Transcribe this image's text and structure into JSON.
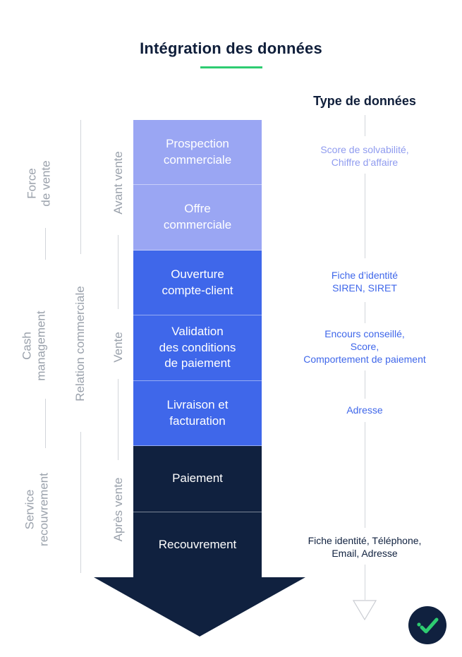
{
  "title": "Intégration des données",
  "type_header": "Type de données",
  "colors": {
    "navy": "#10213f",
    "pre_sale": "#9aa6f3",
    "sale": "#3f67ea",
    "accent_green": "#2ecc71",
    "label_gray": "#9aa1ab"
  },
  "outer_labels": [
    {
      "id": "force-vente",
      "text": "Force\nde vente"
    },
    {
      "id": "cash-management",
      "text": "Cash\nmanagement"
    },
    {
      "id": "service-recouvrement",
      "text": "Service\nrecouvrement"
    }
  ],
  "relation_label": "Relation commerciale",
  "phase_labels": [
    {
      "id": "avant-vente",
      "text": "Avant vente"
    },
    {
      "id": "vente",
      "text": "Vente"
    },
    {
      "id": "apres-vente",
      "text": "Après vente"
    }
  ],
  "steps": [
    {
      "label": "Prospection\ncommerciale",
      "phase": "pre_sale"
    },
    {
      "label": "Offre\ncommerciale",
      "phase": "pre_sale"
    },
    {
      "label": "Ouverture\ncompte-client",
      "phase": "sale"
    },
    {
      "label": "Validation\ndes conditions\nde paiement",
      "phase": "sale"
    },
    {
      "label": "Livraison et\nfacturation",
      "phase": "sale"
    },
    {
      "label": "Paiement",
      "phase": "post_sale"
    },
    {
      "label": "Recouvrement",
      "phase": "post_sale"
    }
  ],
  "data_types": [
    {
      "text": "Score de solvabilité,\nChiffre d’affaire",
      "color": "#8f9bef"
    },
    {
      "text": "Fiche d’identité\nSIREN, SIRET",
      "color": "#3f67ea"
    },
    {
      "text": "Encours conseillé,\nScore,\nComportement de paiement",
      "color": "#3f67ea"
    },
    {
      "text": "Adresse",
      "color": "#3f67ea"
    },
    {
      "text": "Fiche identité, Téléphone,\nEmail, Adresse",
      "color": "#10213f"
    }
  ],
  "badge_icon": "check-icon"
}
